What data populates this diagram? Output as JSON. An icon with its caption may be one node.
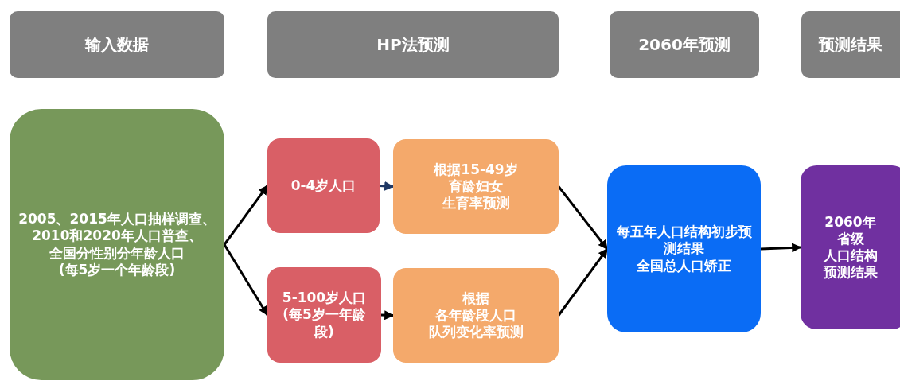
{
  "diagram": {
    "nodes": [
      {
        "text": [
          "输入数据"
        ]
      },
      {
        "text": [
          "HP法预测"
        ]
      },
      {
        "text": [
          "2060年预测"
        ]
      },
      {
        "text": [
          "预测结果"
        ]
      },
      {
        "text": [
          "2005、2015年人口抽样调查、",
          "2010和2020年人口普查、",
          "全国分性别分年龄人口",
          "(每5岁一个年龄段)"
        ]
      },
      {
        "text": [
          "0-4岁人口"
        ]
      },
      {
        "text": [
          "根据15-49岁",
          "育龄妇女",
          "生育率预测"
        ]
      },
      {
        "text": [
          "5-100岁人口",
          "(每5岁一年龄段)"
        ]
      },
      {
        "text": [
          "根据",
          "各年龄段人口",
          "队列变化率预测"
        ]
      },
      {
        "text": [
          "每五年人口结构初步预测结果",
          "全国总人口矫正"
        ]
      },
      {
        "text": [
          "2060年",
          "省级",
          "人口结构",
          "预测结果"
        ]
      }
    ],
    "edges": [
      {
        "from": 4,
        "to": 5,
        "arrow": "to"
      },
      {
        "from": 4,
        "to": 7,
        "arrow": "to"
      },
      {
        "from": 5,
        "to": 6,
        "arrow": "to",
        "color": "#1f3864"
      },
      {
        "from": 7,
        "to": 8,
        "arrow": "to"
      },
      {
        "from": 6,
        "to": 9,
        "arrow": "to"
      },
      {
        "from": 8,
        "to": 9,
        "arrow": "to"
      },
      {
        "from": 9,
        "to": 10,
        "arrow": "to"
      }
    ]
  }
}
